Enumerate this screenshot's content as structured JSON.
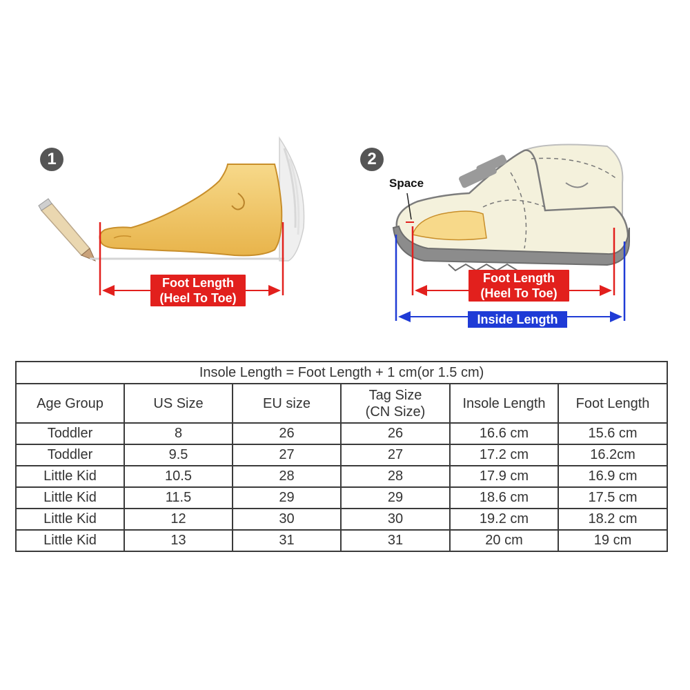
{
  "illustrations": {
    "left": {
      "step_number": "1",
      "label_line1": "Foot Length",
      "label_line2": "(Heel To Toe)"
    },
    "right": {
      "step_number": "2",
      "space_label": "Space",
      "label_line1": "Foot Length",
      "label_line2": "(Heel To Toe)",
      "inside_label": "Inside Length"
    },
    "colors": {
      "red": "#e2201d",
      "blue": "#1f3bd6",
      "foot": "#f2c768",
      "shoe_sole": "#8c8c8c",
      "shoe_upper": "#f4f1dc"
    }
  },
  "table": {
    "formula": "Insole Length = Foot Length + 1 cm(or 1.5 cm)",
    "headers": {
      "age_group": "Age Group",
      "us_size": "US Size",
      "eu_size": "EU size",
      "tag_size_line1": "Tag Size",
      "tag_size_line2": "(CN Size)",
      "insole_length": "Insole Length",
      "foot_length": "Foot Length"
    },
    "rows": [
      {
        "age": "Toddler",
        "us": "8",
        "eu": "26",
        "tag": "26",
        "insole": "16.6 cm",
        "foot": "15.6 cm"
      },
      {
        "age": "Toddler",
        "us": "9.5",
        "eu": "27",
        "tag": "27",
        "insole": "17.2 cm",
        "foot": "16.2cm"
      },
      {
        "age": "Little Kid",
        "us": "10.5",
        "eu": "28",
        "tag": "28",
        "insole": "17.9 cm",
        "foot": "16.9 cm"
      },
      {
        "age": "Little Kid",
        "us": "11.5",
        "eu": "29",
        "tag": "29",
        "insole": "18.6 cm",
        "foot": "17.5 cm"
      },
      {
        "age": "Little Kid",
        "us": "12",
        "eu": "30",
        "tag": "30",
        "insole": "19.2 cm",
        "foot": "18.2 cm"
      },
      {
        "age": "Little Kid",
        "us": "13",
        "eu": "31",
        "tag": "31",
        "insole": "20 cm",
        "foot": "19 cm"
      }
    ]
  }
}
